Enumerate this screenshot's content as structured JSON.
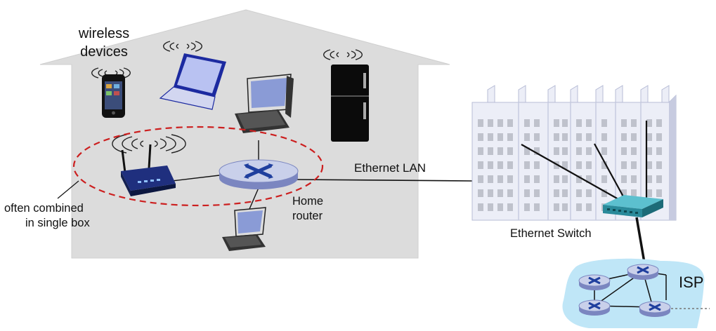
{
  "labels": {
    "wireless_line1": "wireless",
    "wireless_line2": "devices",
    "often_line1": "often combined",
    "often_line2": "in single box",
    "home_line1": "Home",
    "home_line2": "router",
    "ethernet_lan": "Ethernet LAN",
    "ethernet_switch": "Ethernet Switch",
    "isp": "ISP"
  },
  "colors": {
    "house": "#dcdcdc",
    "router_top": "#c9d0ea",
    "router_side": "#7b86c0",
    "router_cross": "#1f3f9e",
    "dashed_ellipse": "#cc1f1f",
    "isp_cloud": "#bfe6f7",
    "switch": "#3aa5b5",
    "building": "#eceef7"
  }
}
